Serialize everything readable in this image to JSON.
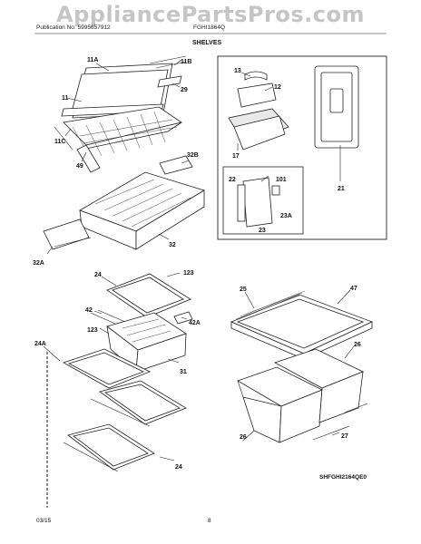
{
  "watermark": "AppliancePartsPros.com",
  "header": {
    "publication": "Publication No: 5995657912",
    "model": "FGHI1864Q",
    "title": "SHELVES"
  },
  "callouts": {
    "c11A": "11A",
    "c11B": "11B",
    "c11": "11",
    "c29": "29",
    "c11C": "11C",
    "c49": "49",
    "c13": "13",
    "c12": "12",
    "c17": "17",
    "c21": "21",
    "c32B": "32B",
    "c22": "22",
    "c101": "101",
    "c23A": "23A",
    "c23": "23",
    "c32": "32",
    "c32A": "32A",
    "c24a": "24",
    "c123a": "123",
    "c42": "42",
    "c42A": "42A",
    "c123b": "123",
    "c31": "31",
    "c24A": "24A",
    "c24b": "24",
    "c25": "25",
    "c47": "47",
    "c26a": "26",
    "c26b": "26",
    "c27": "27"
  },
  "diagram_code": "SHFGHI2164QE0",
  "footer": {
    "date": "03/15",
    "page": "8"
  }
}
